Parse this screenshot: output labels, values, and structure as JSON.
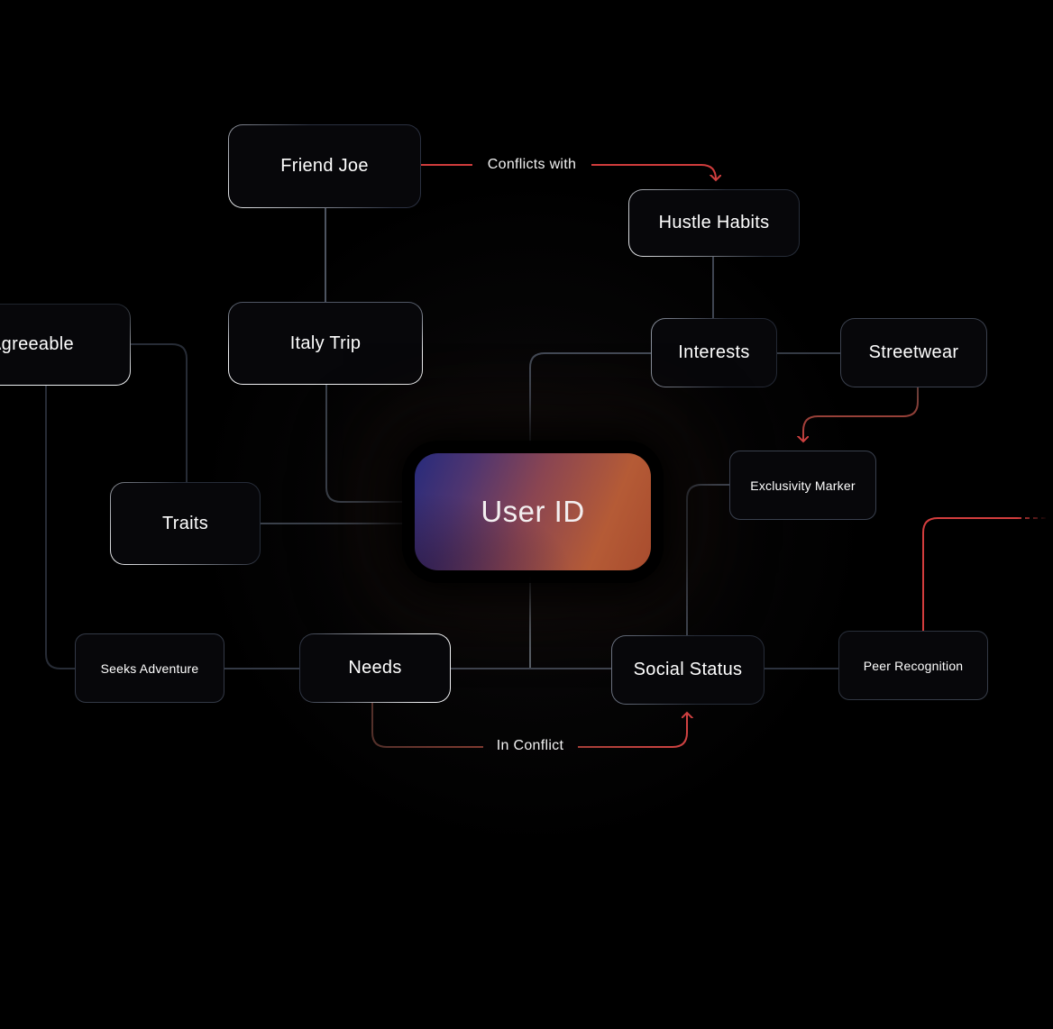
{
  "canvas": {
    "background": "#000000",
    "kind": "mind-map"
  },
  "colors": {
    "accent_red": "#ce3b3b",
    "edge_gray": "#3c4350",
    "node_fill": "#07070a",
    "node_text": "#ffffff",
    "hub_gradient_start": "#272b7c",
    "hub_gradient_end": "#b55b36"
  },
  "nodes": {
    "user_id": {
      "label": "User ID"
    },
    "friend_joe": {
      "label": "Friend Joe"
    },
    "italy_trip": {
      "label": "Italy Trip"
    },
    "hustle_habits": {
      "label": "Hustle Habits"
    },
    "interests": {
      "label": "Interests"
    },
    "streetwear": {
      "label": "Streetwear"
    },
    "agreeable": {
      "label": "Agreeable"
    },
    "traits": {
      "label": "Traits"
    },
    "exclusivity_marker": {
      "label": "Exclusivity Marker"
    },
    "seeks_adventure": {
      "label": "Seeks Adventure"
    },
    "needs": {
      "label": "Needs"
    },
    "social_status": {
      "label": "Social Status"
    },
    "peer_recognition": {
      "label": "Peer Recognition"
    }
  },
  "edges": {
    "conflicts_with": {
      "from": "Friend Joe",
      "to": "Hustle Habits",
      "label": "Conflicts with",
      "color": "#ce3b3b",
      "arrow": true
    },
    "in_conflict": {
      "from": "Needs",
      "to": "Social Status",
      "label": "In Conflict",
      "color": "#ce3b3b",
      "arrow": true
    },
    "streetwear_to_exclusivity": {
      "from": "Streetwear",
      "to": "Exclusivity Marker",
      "color": "#ce3b3b",
      "arrow": true
    },
    "peer_recognition_offscreen": {
      "from": "Peer Recognition",
      "to": "off-screen right",
      "color": "#d33d3d",
      "arrow": false
    },
    "plain": [
      {
        "from": "Friend Joe",
        "to": "Italy Trip"
      },
      {
        "from": "Italy Trip",
        "to": "User ID"
      },
      {
        "from": "Agreeable",
        "to": "Traits"
      },
      {
        "from": "Agreeable",
        "to": "Seeks Adventure"
      },
      {
        "from": "Traits",
        "to": "User ID"
      },
      {
        "from": "User ID",
        "to": "Interests"
      },
      {
        "from": "Hustle Habits",
        "to": "Interests"
      },
      {
        "from": "Interests",
        "to": "Streetwear"
      },
      {
        "from": "User ID",
        "to": "Needs / Social Status row"
      },
      {
        "from": "Seeks Adventure",
        "to": "Needs"
      },
      {
        "from": "Needs",
        "to": "Social Status"
      },
      {
        "from": "Social Status",
        "to": "Peer Recognition"
      },
      {
        "from": "Social Status",
        "to": "Exclusivity Marker"
      }
    ]
  }
}
